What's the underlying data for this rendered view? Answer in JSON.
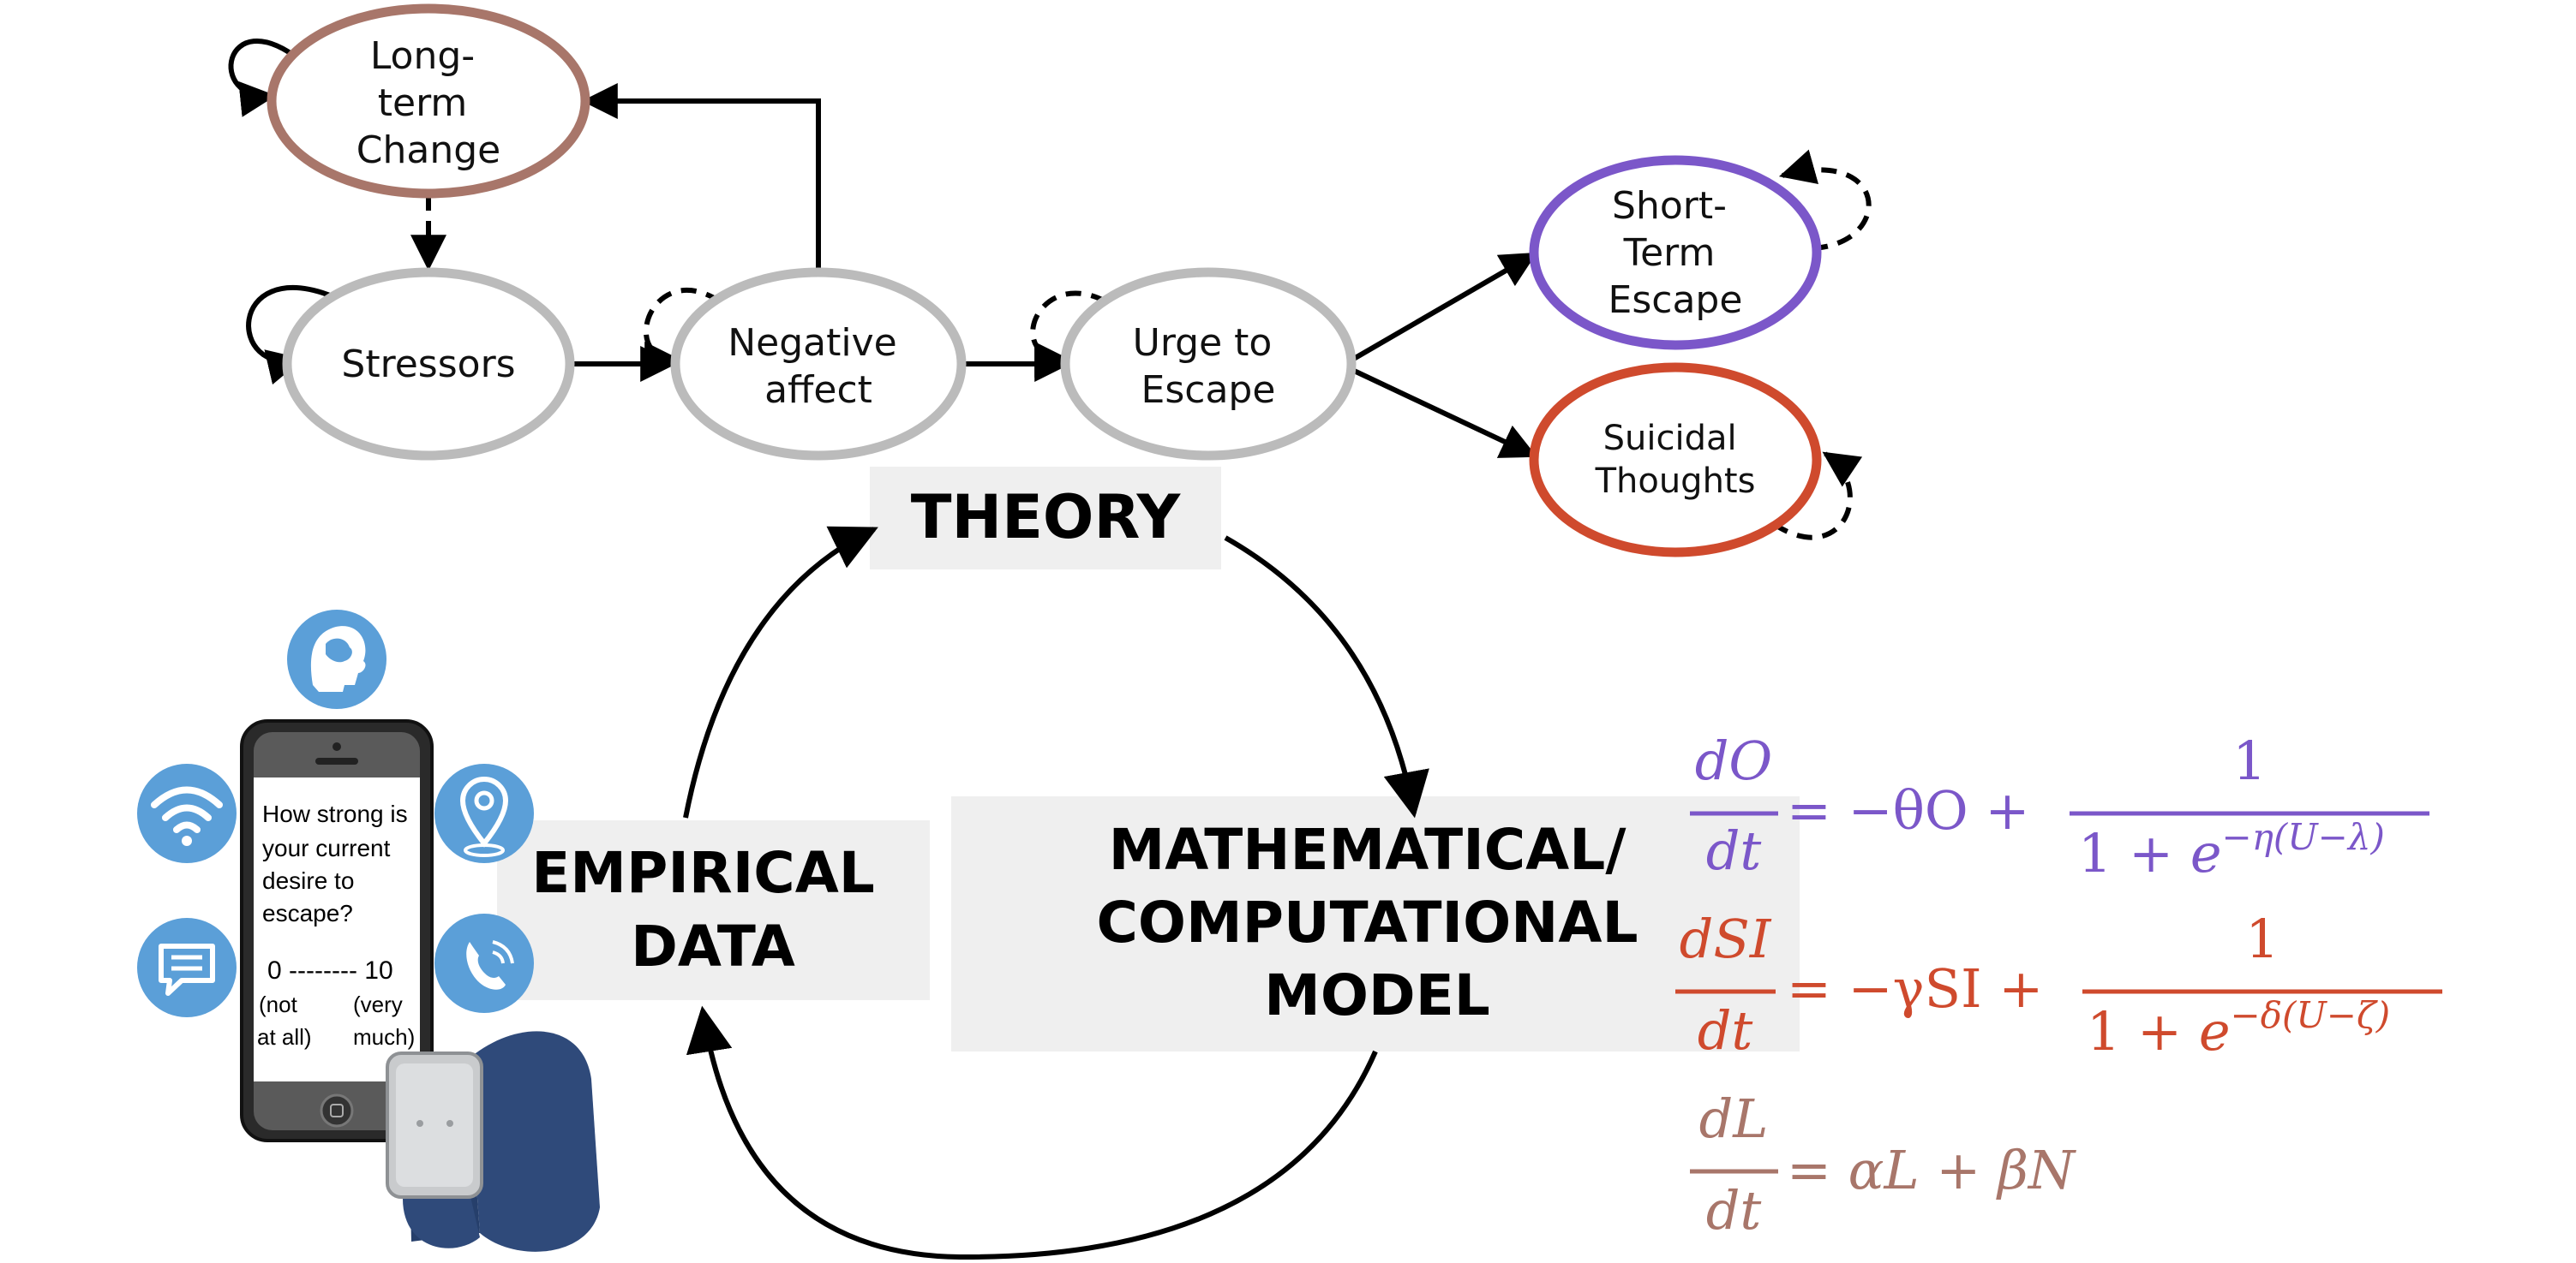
{
  "colors": {
    "long_term": "#A8766A",
    "neutral": "#BBBBBB",
    "short_term": "#7B57C9",
    "suicidal": "#CF4A2D",
    "panel": "#EFEFEF",
    "phone_icon": "#5B9FD8"
  },
  "nodes": {
    "long_term": [
      "Long-",
      "term",
      "Change"
    ],
    "stressors": [
      "Stressors"
    ],
    "negative_affect": [
      "Negative",
      "affect"
    ],
    "urge": [
      "Urge to",
      "Escape"
    ],
    "short_term": [
      "Short-",
      "Term",
      "Escape"
    ],
    "suicidal": [
      "Suicidal",
      "Thoughts"
    ]
  },
  "cycle": {
    "theory": "THEORY",
    "empirical": [
      "EMPIRICAL",
      "DATA"
    ],
    "model": [
      "MATHEMATICAL/",
      "COMPUTATIONAL",
      "MODEL"
    ]
  },
  "phone": {
    "question": [
      "How strong is",
      "your current",
      "desire to",
      "escape?"
    ],
    "scale": "0 -------- 10",
    "low_label": [
      "(not",
      "at all)"
    ],
    "high_label": [
      "(very",
      "much)"
    ]
  },
  "icons": [
    "brain-icon",
    "wifi-icon",
    "location-pin-icon",
    "chat-icon",
    "phone-call-icon",
    "smartphone-icon",
    "wristband-icon"
  ],
  "equations": {
    "eq1": {
      "lhs_num": "dO",
      "lhs_den": "dt",
      "rhs": "= −θO +",
      "num": "1",
      "den_base": "1 + ",
      "den_e": "e",
      "den_exp": "−η(U−λ)"
    },
    "eq2": {
      "lhs_num": "dSI",
      "lhs_den": "dt",
      "rhs": "= −γSI +",
      "num": "1",
      "den_base": "1 + ",
      "den_e": "e",
      "den_exp": "−δ(U−ζ)"
    },
    "eq3": {
      "lhs_num": "dL",
      "lhs_den": "dt",
      "rhs": "= αL + βN"
    }
  }
}
